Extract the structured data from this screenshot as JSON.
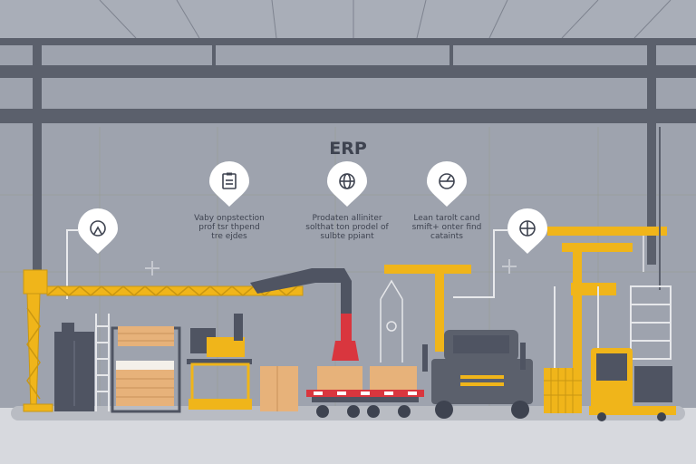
{
  "scene": {
    "title": "ERP",
    "captions": [
      {
        "line1": "Vaby onpstection",
        "line2": "prof tsr thpend",
        "line3": "tre ejdes"
      },
      {
        "line1": "Prodaten alliniter",
        "line2": "solthat ton prodel of",
        "line3": "sulbte ppiant"
      },
      {
        "line1": "Lean tarolt cand",
        "line2": "smift+ onter find",
        "line3": "cataints"
      }
    ]
  },
  "icons": [
    "process-gear-icon",
    "clipboard-icon",
    "globe-icon",
    "gauge-icon",
    "globe-check-icon"
  ],
  "colors": {
    "background": "#9ea3ae",
    "beam": "#5b606c",
    "accent_yellow": "#f0b51a",
    "machine_dark": "#4f5462",
    "crate": "#e7b27a",
    "conveyor_red": "#d9363e",
    "floor": "#d7d9de"
  }
}
